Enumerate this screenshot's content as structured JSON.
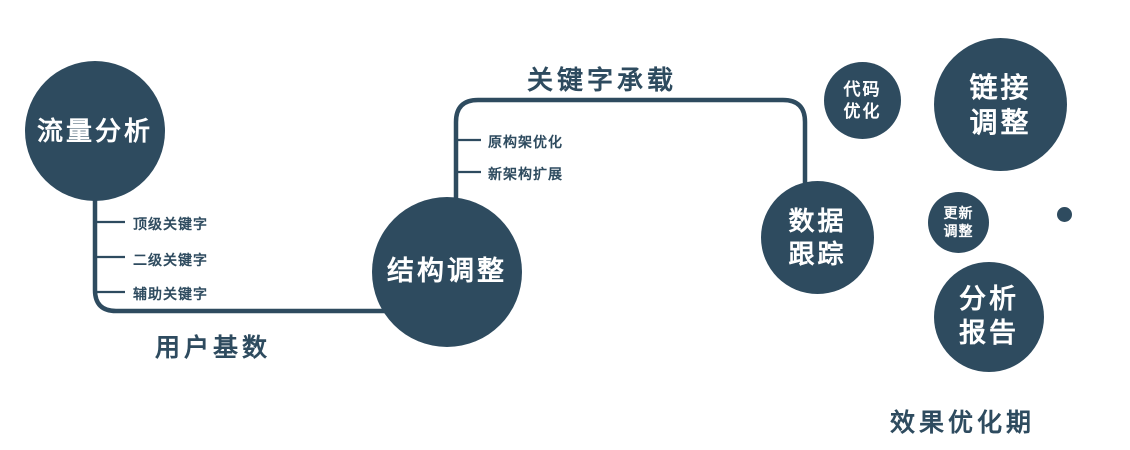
{
  "colors": {
    "primary": "#2e4b5f",
    "node_text": "#ffffff",
    "background": "#ffffff"
  },
  "nodes": {
    "traffic": {
      "label": "流量分析"
    },
    "structure": {
      "label": "结构调整"
    },
    "tracking": {
      "line1": "数据",
      "line2": "跟踪"
    },
    "code": {
      "line1": "代码",
      "line2": "优化"
    },
    "link": {
      "line1": "链接",
      "line2": "调整"
    },
    "update": {
      "line1": "更新",
      "line2": "调整"
    },
    "report": {
      "line1": "分析",
      "line2": "报告"
    }
  },
  "edge_labels": {
    "user_base": "用户基数",
    "keyword_carry": "关键字承载",
    "effect_period": "效果优化期"
  },
  "ticks": {
    "left": [
      "顶级关键字",
      "二级关键字",
      "辅助关键字"
    ],
    "middle": [
      "原构架优化",
      "新架构扩展"
    ]
  }
}
